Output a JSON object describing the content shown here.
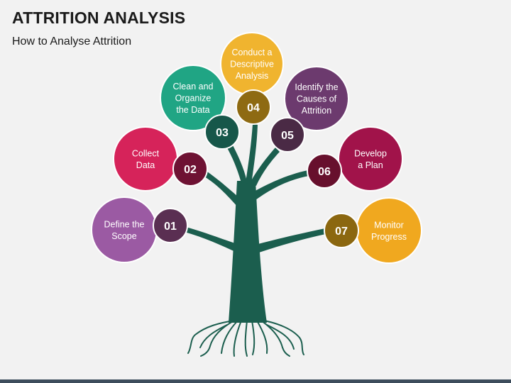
{
  "header": {
    "title": "ATTRITION ANALYSIS",
    "subtitle": "How to Analyse Attrition"
  },
  "steps": [
    {
      "number": "01",
      "lines": [
        "Define the",
        "Scope"
      ],
      "bubble_color": "#9b5aa3",
      "badge_color": "#5a2f52"
    },
    {
      "number": "02",
      "lines": [
        "Collect",
        "Data"
      ],
      "bubble_color": "#d6235a",
      "badge_color": "#6e1233"
    },
    {
      "number": "03",
      "lines": [
        "Clean and",
        "Organize",
        "the Data"
      ],
      "bubble_color": "#20a584",
      "badge_color": "#17574a"
    },
    {
      "number": "04",
      "lines": [
        "Conduct a",
        "Descriptive",
        "Analysis"
      ],
      "bubble_color": "#f0b42f",
      "badge_color": "#8e6a12"
    },
    {
      "number": "05",
      "lines": [
        "Identify the",
        "Causes of",
        "Attrition"
      ],
      "bubble_color": "#6c3a6e",
      "badge_color": "#4a2a45"
    },
    {
      "number": "06",
      "lines": [
        "Develop",
        "a Plan"
      ],
      "bubble_color": "#a1134a",
      "badge_color": "#67102d"
    },
    {
      "number": "07",
      "lines": [
        "Monitor",
        "Progress"
      ],
      "bubble_color": "#f0a81f",
      "badge_color": "#8b6710"
    }
  ],
  "colors": {
    "tree": "#1b5e4e",
    "background": "#f2f2f2",
    "text": "#ffffff"
  }
}
